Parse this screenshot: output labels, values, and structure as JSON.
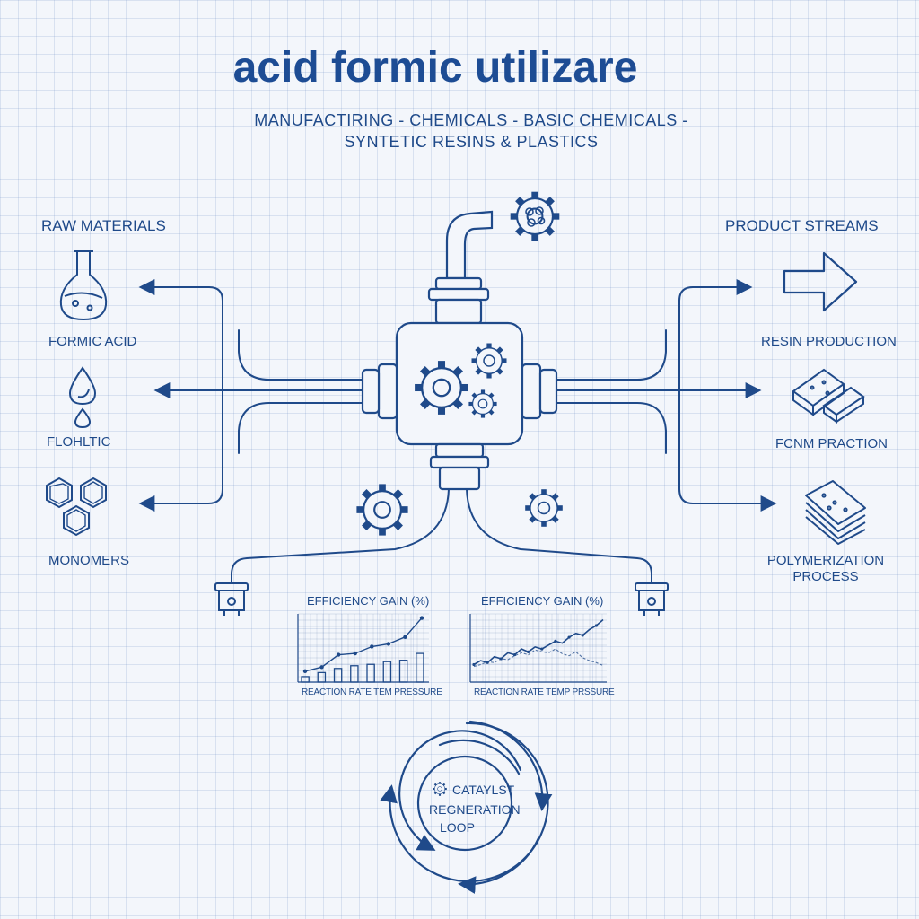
{
  "title": "acid formic utilizare",
  "subtitle": {
    "line1": "MANUFACTIRING - CHEMICALS - BASIC CHEMICALS -",
    "line2": "SYNTETIC RESINS & PLASTICS"
  },
  "raw_materials": {
    "header": "RAW MATERIALS",
    "items": [
      {
        "label": "FORMIC ACID",
        "icon": "flask-icon"
      },
      {
        "label": "FLOHLTIC",
        "icon": "droplet-icon"
      },
      {
        "label": "MONOMERS",
        "icon": "hexagon-cluster-icon"
      }
    ]
  },
  "product_streams": {
    "header": "PRODUCT STREAMS",
    "items": [
      {
        "label": "RESIN PRODUCTION",
        "icon": "arrow-right-icon"
      },
      {
        "label": "FCNM PRACTION",
        "icon": "resin-blocks-icon"
      },
      {
        "label": "POLYMERIZATION",
        "label2": "PROCESS",
        "icon": "stacked-sheets-icon"
      }
    ]
  },
  "charts": [
    {
      "title": "EFFICIENCY GAIN (%)",
      "xlabel": "REACTION RATE TEM PRESSURE"
    },
    {
      "title": "EFFICIENCY GAIN (%)",
      "xlabel": "REACTION RATE TEMP PRSSURE"
    }
  ],
  "chart_data": [
    {
      "type": "bar",
      "title": "EFFICIENCY GAIN (%)",
      "xlabel": "REACTION RATE TEM PRESSURE",
      "values": [
        4,
        7,
        10,
        12,
        13,
        15,
        16,
        21
      ],
      "line_values": [
        8,
        11,
        20,
        21,
        26,
        28,
        33,
        47
      ]
    },
    {
      "type": "line",
      "title": "EFFICIENCY GAIN (%)",
      "xlabel": "REACTION RATE TEMP PRSSURE",
      "series": [
        {
          "values": [
            18,
            22,
            20,
            26,
            24,
            30,
            28,
            34,
            31,
            36,
            34,
            38,
            42,
            40,
            46,
            50,
            48,
            54,
            58,
            64
          ]
        },
        {
          "values": [
            16,
            18,
            21,
            20,
            24,
            23,
            27,
            30,
            28,
            33,
            31,
            30,
            34,
            29,
            27,
            31,
            25,
            22,
            20,
            17
          ]
        }
      ]
    }
  ],
  "loop": {
    "line1": "CATAYLST",
    "line2": "REGNERATION",
    "line3": "LOOP"
  },
  "colors": {
    "ink": "#1f4a8a",
    "paper": "#f3f6fb"
  }
}
